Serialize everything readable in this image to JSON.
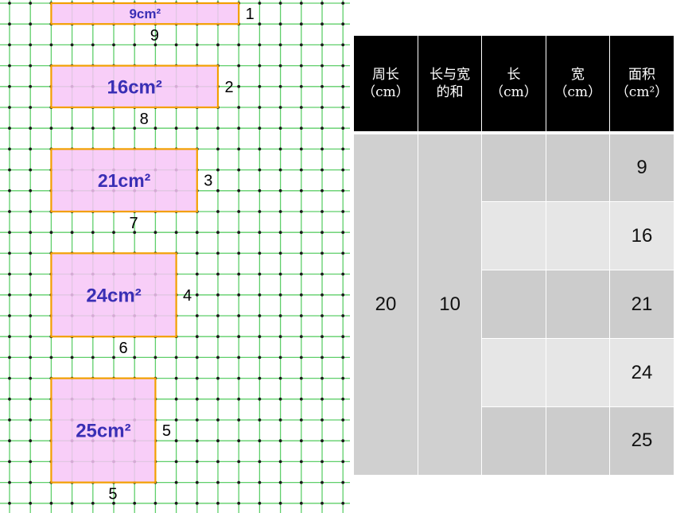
{
  "colors": {
    "grid_line": "#5fcf6a",
    "grid_dot": "#1a1a1a",
    "rect_fill": "#f7c6f7",
    "rect_border": "#f2a000",
    "rect_text": "#3a2fb5"
  },
  "rectangles": [
    {
      "area_label": "9cm²",
      "length": "9",
      "width": "1"
    },
    {
      "area_label": "16cm²",
      "length": "8",
      "width": "2"
    },
    {
      "area_label": "21cm²",
      "length": "7",
      "width": "3"
    },
    {
      "area_label": "24cm²",
      "length": "6",
      "width": "4"
    },
    {
      "area_label": "25cm²",
      "length": "5",
      "width": "5"
    }
  ],
  "table": {
    "headers": [
      {
        "line1": "周长",
        "line2": "（cm）"
      },
      {
        "line1": "长与宽",
        "line2": "的和"
      },
      {
        "line1": "长",
        "line2": "（cm）"
      },
      {
        "line1": "宽",
        "line2": "（cm）"
      },
      {
        "line1": "面积",
        "line2": "（cm²）"
      }
    ],
    "perimeter": "20",
    "sum": "10",
    "areas": [
      "9",
      "16",
      "21",
      "24",
      "25"
    ]
  }
}
